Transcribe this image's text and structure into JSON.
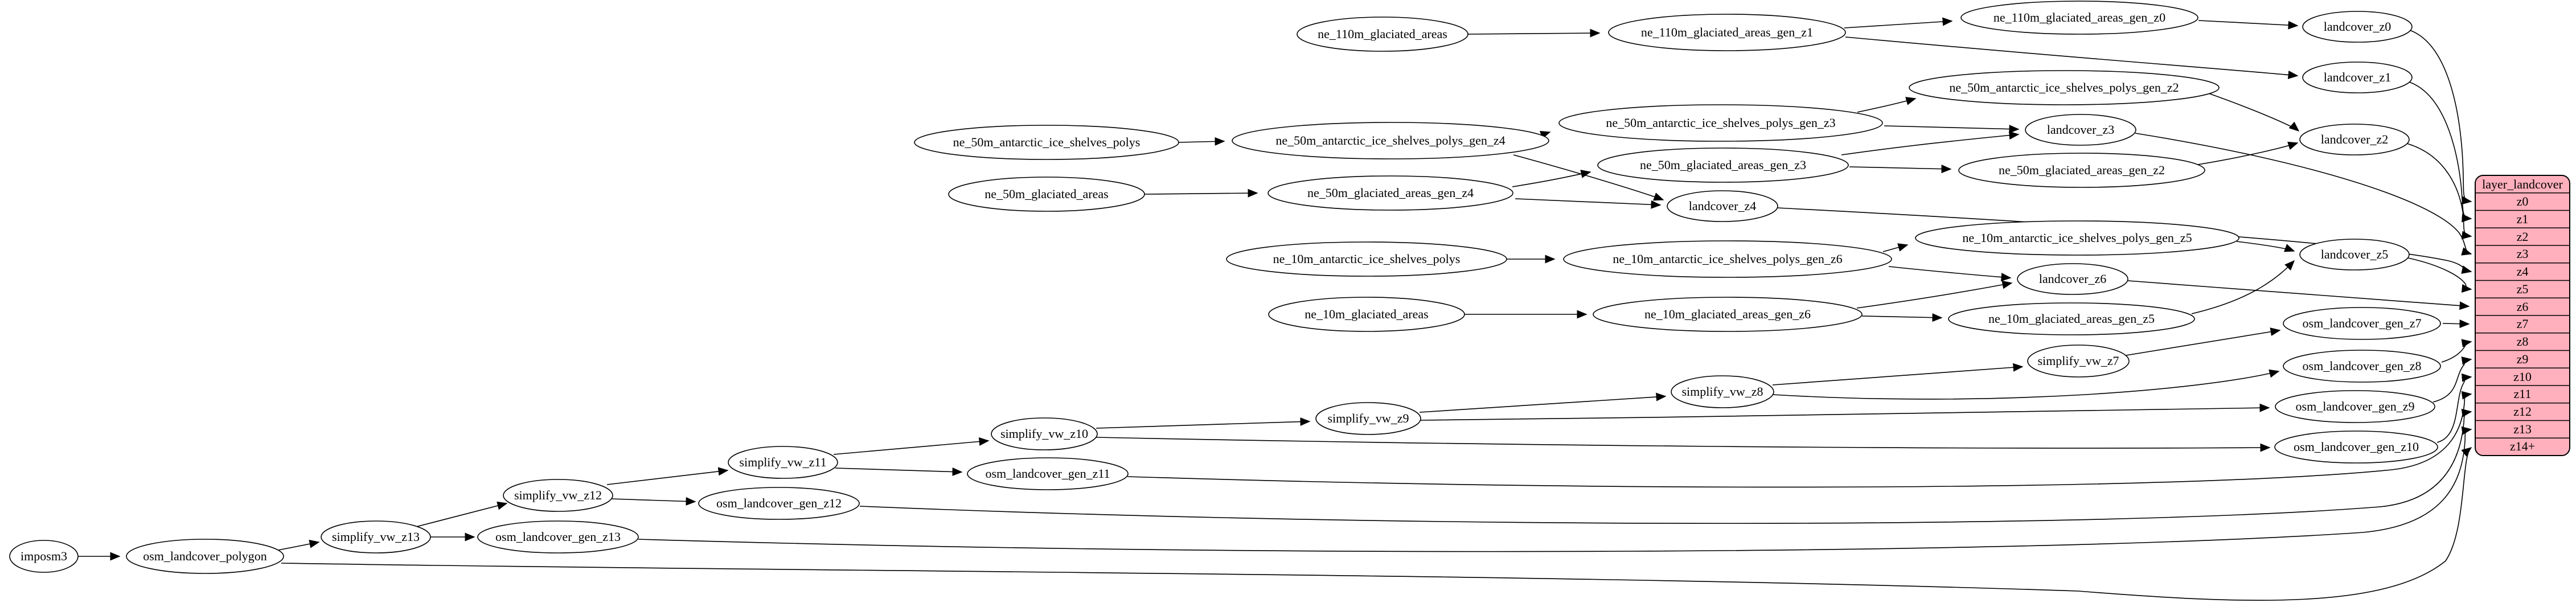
{
  "colors": {
    "background": "#ffffff",
    "node_fill": "#ffffff",
    "stroke": "#000000",
    "table_fill": "#ffb0bc"
  },
  "nodes": [
    {
      "id": "imposm3",
      "label": "imposm3"
    },
    {
      "id": "osm_landcover_polygon",
      "label": "osm_landcover_polygon"
    },
    {
      "id": "simplify_vw_z13",
      "label": "simplify_vw_z13"
    },
    {
      "id": "osm_landcover_gen_z13",
      "label": "osm_landcover_gen_z13"
    },
    {
      "id": "simplify_vw_z12",
      "label": "simplify_vw_z12"
    },
    {
      "id": "osm_landcover_gen_z12",
      "label": "osm_landcover_gen_z12"
    },
    {
      "id": "simplify_vw_z11",
      "label": "simplify_vw_z11"
    },
    {
      "id": "osm_landcover_gen_z11",
      "label": "osm_landcover_gen_z11"
    },
    {
      "id": "simplify_vw_z10",
      "label": "simplify_vw_z10"
    },
    {
      "id": "simplify_vw_z9",
      "label": "simplify_vw_z9"
    },
    {
      "id": "simplify_vw_z8",
      "label": "simplify_vw_z8"
    },
    {
      "id": "simplify_vw_z7",
      "label": "simplify_vw_z7"
    },
    {
      "id": "osm_landcover_gen_z7",
      "label": "osm_landcover_gen_z7"
    },
    {
      "id": "osm_landcover_gen_z8",
      "label": "osm_landcover_gen_z8"
    },
    {
      "id": "osm_landcover_gen_z9",
      "label": "osm_landcover_gen_z9"
    },
    {
      "id": "osm_landcover_gen_z10",
      "label": "osm_landcover_gen_z10"
    },
    {
      "id": "ne_110m_glaciated_areas",
      "label": "ne_110m_glaciated_areas"
    },
    {
      "id": "ne_110m_glaciated_areas_gen_z1",
      "label": "ne_110m_glaciated_areas_gen_z1"
    },
    {
      "id": "ne_110m_glaciated_areas_gen_z0",
      "label": "ne_110m_glaciated_areas_gen_z0"
    },
    {
      "id": "landcover_z0",
      "label": "landcover_z0"
    },
    {
      "id": "landcover_z1",
      "label": "landcover_z1"
    },
    {
      "id": "ne_50m_antarctic_ice_shelves_polys",
      "label": "ne_50m_antarctic_ice_shelves_polys"
    },
    {
      "id": "ne_50m_antarctic_ice_shelves_polys_gen_z4",
      "label": "ne_50m_antarctic_ice_shelves_polys_gen_z4"
    },
    {
      "id": "ne_50m_antarctic_ice_shelves_polys_gen_z3",
      "label": "ne_50m_antarctic_ice_shelves_polys_gen_z3"
    },
    {
      "id": "ne_50m_antarctic_ice_shelves_polys_gen_z2",
      "label": "ne_50m_antarctic_ice_shelves_polys_gen_z2"
    },
    {
      "id": "ne_50m_glaciated_areas",
      "label": "ne_50m_glaciated_areas"
    },
    {
      "id": "ne_50m_glaciated_areas_gen_z4",
      "label": "ne_50m_glaciated_areas_gen_z4"
    },
    {
      "id": "ne_50m_glaciated_areas_gen_z3",
      "label": "ne_50m_glaciated_areas_gen_z3"
    },
    {
      "id": "ne_50m_glaciated_areas_gen_z2",
      "label": "ne_50m_glaciated_areas_gen_z2"
    },
    {
      "id": "landcover_z2",
      "label": "landcover_z2"
    },
    {
      "id": "landcover_z3",
      "label": "landcover_z3"
    },
    {
      "id": "landcover_z4",
      "label": "landcover_z4"
    },
    {
      "id": "ne_10m_antarctic_ice_shelves_polys",
      "label": "ne_10m_antarctic_ice_shelves_polys"
    },
    {
      "id": "ne_10m_antarctic_ice_shelves_polys_gen_z6",
      "label": "ne_10m_antarctic_ice_shelves_polys_gen_z6"
    },
    {
      "id": "ne_10m_antarctic_ice_shelves_polys_gen_z5",
      "label": "ne_10m_antarctic_ice_shelves_polys_gen_z5"
    },
    {
      "id": "ne_10m_glaciated_areas",
      "label": "ne_10m_glaciated_areas"
    },
    {
      "id": "ne_10m_glaciated_areas_gen_z6",
      "label": "ne_10m_glaciated_areas_gen_z6"
    },
    {
      "id": "ne_10m_glaciated_areas_gen_z5",
      "label": "ne_10m_glaciated_areas_gen_z5"
    },
    {
      "id": "landcover_z5",
      "label": "landcover_z5"
    },
    {
      "id": "landcover_z6",
      "label": "landcover_z6"
    }
  ],
  "table": {
    "title": "layer_landcover",
    "rows": [
      "z0",
      "z1",
      "z2",
      "z3",
      "z4",
      "z5",
      "z6",
      "z7",
      "z8",
      "z9",
      "z10",
      "z11",
      "z12",
      "z13",
      "z14+"
    ]
  }
}
